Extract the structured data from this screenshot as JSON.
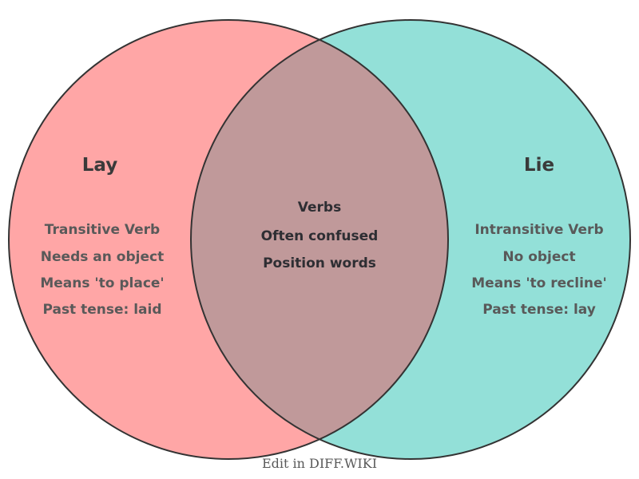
{
  "diagram": {
    "left": {
      "title": "Lay",
      "items": [
        "Transitive Verb",
        "Needs an object",
        "Means 'to place'",
        "Past tense: laid"
      ]
    },
    "right": {
      "title": "Lie",
      "items": [
        "Intransitive Verb",
        "No object",
        "Means 'to recline'",
        "Past tense: lay"
      ]
    },
    "overlap": {
      "items": [
        "Verbs",
        "Often confused",
        "Position words"
      ]
    },
    "footer": "Edit in DIFF.WIKI",
    "colors": {
      "left_fill": "#ffa6a6",
      "right_fill": "#93e0d8",
      "overlap_fill": "#c0999a",
      "circle_stroke": "#333333",
      "title_text": "#3a3a3a",
      "side_text": "#595959",
      "overlap_text": "#2e2e33",
      "footer_text": "#595959"
    }
  }
}
